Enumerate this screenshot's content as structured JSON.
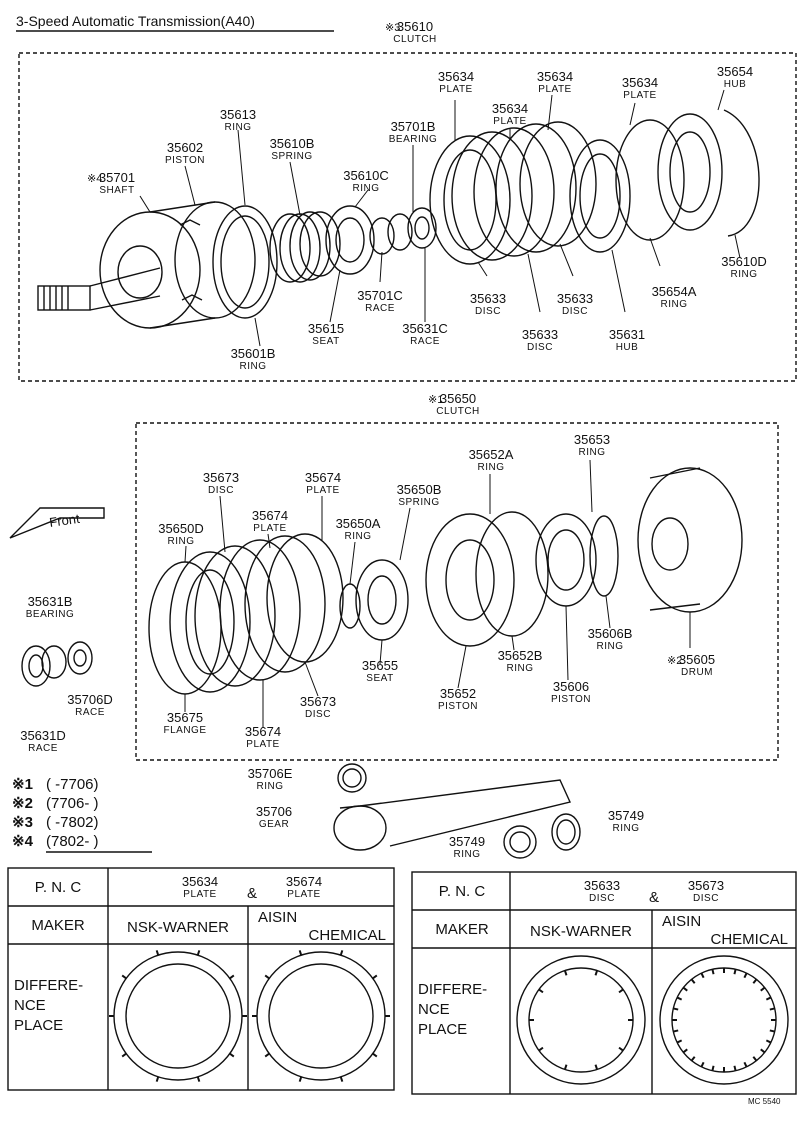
{
  "title": "3-Speed  Automatic  Transmission(A40)",
  "footer_code": "MC 5540",
  "front_label": "Front",
  "labels": {
    "c610": {
      "num": "35610",
      "mark": "※3",
      "desc": "CLUTCH"
    },
    "p634a": {
      "num": "35634",
      "desc": "PLATE"
    },
    "p634b": {
      "num": "35634",
      "desc": "PLATE"
    },
    "p634c": {
      "num": "35634",
      "desc": "PLATE"
    },
    "p634d": {
      "num": "35634",
      "desc": "PLATE"
    },
    "h654": {
      "num": "35654",
      "desc": "HUB"
    },
    "r613": {
      "num": "35613",
      "desc": "RING"
    },
    "b701b": {
      "num": "35701B",
      "desc": "BEARING"
    },
    "p602": {
      "num": "35602",
      "desc": "PISTON"
    },
    "s610b": {
      "num": "35610B",
      "desc": "SPRING"
    },
    "sh701": {
      "num": "35701",
      "mark": "※4",
      "desc": "SHAFT"
    },
    "r610c": {
      "num": "35610C",
      "desc": "RING"
    },
    "r610d": {
      "num": "35610D",
      "desc": "RING"
    },
    "rc701c": {
      "num": "35701C",
      "desc": "RACE"
    },
    "d633a": {
      "num": "35633",
      "desc": "DISC"
    },
    "d633b": {
      "num": "35633",
      "desc": "DISC"
    },
    "d633c": {
      "num": "35633",
      "desc": "DISC"
    },
    "r654a": {
      "num": "35654A",
      "desc": "RING"
    },
    "s615": {
      "num": "35615",
      "desc": "SEAT"
    },
    "rc631c": {
      "num": "35631C",
      "desc": "RACE"
    },
    "h631": {
      "num": "35631",
      "desc": "HUB"
    },
    "r601b": {
      "num": "35601B",
      "desc": "RING"
    },
    "c650": {
      "num": "35650",
      "mark": "※1",
      "desc": "CLUTCH"
    },
    "r652a": {
      "num": "35652A",
      "desc": "RING"
    },
    "r653": {
      "num": "35653",
      "desc": "RING"
    },
    "d673a": {
      "num": "35673",
      "desc": "DISC"
    },
    "p674a": {
      "num": "35674",
      "desc": "PLATE"
    },
    "s650b": {
      "num": "35650B",
      "desc": "SPRING"
    },
    "p674b": {
      "num": "35674",
      "desc": "PLATE"
    },
    "r650d": {
      "num": "35650D",
      "desc": "RING"
    },
    "r650a": {
      "num": "35650A",
      "desc": "RING"
    },
    "b631b": {
      "num": "35631B",
      "desc": "BEARING"
    },
    "r606b": {
      "num": "35606B",
      "desc": "RING"
    },
    "dr605": {
      "num": "35605",
      "mark": "※2",
      "desc": "DRUM"
    },
    "r652b": {
      "num": "35652B",
      "desc": "RING"
    },
    "s655": {
      "num": "35655",
      "desc": "SEAT"
    },
    "p606": {
      "num": "35606",
      "desc": "PISTON"
    },
    "rc706d": {
      "num": "35706D",
      "desc": "RACE"
    },
    "d673b": {
      "num": "35673",
      "desc": "DISC"
    },
    "p652": {
      "num": "35652",
      "desc": "PISTON"
    },
    "f675": {
      "num": "35675",
      "desc": "FLANGE"
    },
    "p674c": {
      "num": "35674",
      "desc": "PLATE"
    },
    "rc631d": {
      "num": "35631D",
      "desc": "RACE"
    },
    "r706e": {
      "num": "35706E",
      "desc": "RING"
    },
    "g706": {
      "num": "35706",
      "desc": "GEAR"
    },
    "r749a": {
      "num": "35749",
      "desc": "RING"
    },
    "r749b": {
      "num": "35749",
      "desc": "RING"
    }
  },
  "notes": [
    {
      "mark": "※1",
      "text": "(      -7706)"
    },
    {
      "mark": "※2",
      "text": "(7706-      )"
    },
    {
      "mark": "※3",
      "text": "(      -7802)"
    },
    {
      "mark": "※4",
      "text": "(7802-      )"
    }
  ],
  "tables": [
    {
      "pnc_label": "P. N. C",
      "pnc_a": {
        "num": "35634",
        "desc": "PLATE"
      },
      "amp": "&",
      "pnc_b": {
        "num": "35674",
        "desc": "PLATE"
      },
      "maker_label": "MAKER",
      "maker_a": "NSK-WARNER",
      "maker_b1": "AISIN",
      "maker_b2": "CHEMICAL",
      "diff_label": [
        "DIFFERE-",
        "NCE",
        "PLACE"
      ]
    },
    {
      "pnc_label": "P. N. C",
      "pnc_a": {
        "num": "35633",
        "desc": "DISC"
      },
      "amp": "&",
      "pnc_b": {
        "num": "35673",
        "desc": "DISC"
      },
      "maker_label": "MAKER",
      "maker_a": "NSK-WARNER",
      "maker_b1": "AISIN",
      "maker_b2": "CHEMICAL",
      "diff_label": [
        "DIFFERE-",
        "NCE",
        "PLACE"
      ]
    }
  ]
}
